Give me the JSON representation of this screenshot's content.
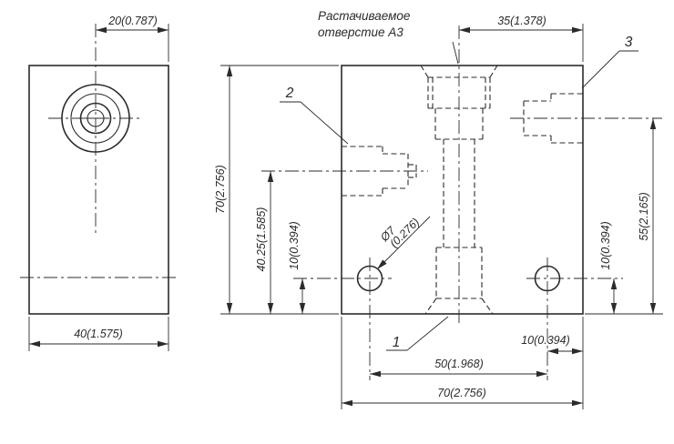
{
  "note": {
    "line1": "Растачиваемое",
    "line2": "отверстие А3"
  },
  "callouts": {
    "n1": "1",
    "n2": "2",
    "n3": "3"
  },
  "hole_label": {
    "diameter": "Ø7",
    "inches": "(0.276)"
  },
  "dims": {
    "boss_offset": "20(0.787)",
    "side_width": "40(1.575)",
    "port_a_offset": "35(1.378)",
    "block_height": "70(2.756)",
    "port2_height": "40.25(1.585)",
    "hole_height_left": "10(0.394)",
    "port3_height": "55(2.165)",
    "hole_height_right": "10(0.394)",
    "hole_edge_offset": "10(0.394)",
    "holes_spacing": "50(1.968)",
    "block_width": "70(2.756)"
  },
  "colors": {
    "line": "#2b2b2b",
    "background": "#ffffff"
  }
}
